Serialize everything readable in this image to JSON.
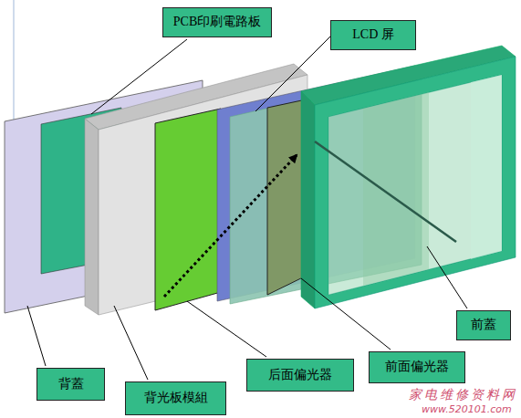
{
  "diagram": {
    "nodes": [
      {
        "text": [
          "PCB印刷電路板"
        ]
      },
      {
        "text": [
          "LCD 屏"
        ]
      },
      {
        "text": [
          "前蓋"
        ]
      },
      {
        "text": [
          "前面偏光器"
        ]
      },
      {
        "text": [
          "后面偏光器"
        ]
      },
      {
        "text": [
          "背蓋"
        ]
      },
      {
        "text": [
          "背光板模組"
        ]
      }
    ],
    "labels": [
      "家电维修资料网",
      "www.520101.com"
    ]
  }
}
